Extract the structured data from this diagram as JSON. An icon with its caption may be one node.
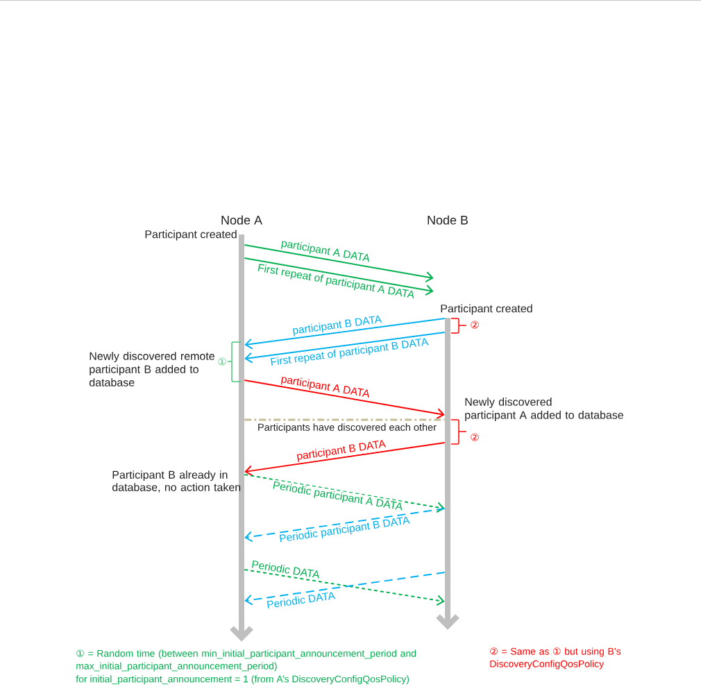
{
  "diagram": {
    "nodes": [
      {
        "text": [
          "Node A"
        ],
        "beside": [
          "Participant created",
          "Newly discovered remote participant B added to database",
          "Participant B already in database, no action taken"
        ]
      },
      {
        "text": [
          "Node B"
        ],
        "beside": [
          "Participant created",
          "Newly discovered participant A added to database"
        ]
      }
    ],
    "edges": [
      {
        "from": 0,
        "to": 1,
        "arrow": "to",
        "label": "participant A DATA",
        "color": "#00b050"
      },
      {
        "from": 0,
        "to": 1,
        "arrow": "to",
        "label": "First repeat of participant A DATA",
        "color": "#00b050"
      },
      {
        "from": 1,
        "to": 0,
        "arrow": "to",
        "label": "participant B DATA",
        "color": "#00b0f0"
      },
      {
        "from": 1,
        "to": 0,
        "arrow": "to",
        "label": "First repeat of participant B DATA",
        "color": "#00b0f0"
      },
      {
        "from": 0,
        "to": 1,
        "arrow": "to",
        "label": "participant A DATA",
        "color": "#ff0000"
      },
      {
        "from": 0,
        "to": 1,
        "arrow": "none",
        "label": "Participants have discovered each other",
        "style": "dashed",
        "color": "#c4bd97"
      },
      {
        "from": 1,
        "to": 0,
        "arrow": "to",
        "label": "participant B DATA",
        "color": "#ff0000"
      },
      {
        "from": 0,
        "to": 1,
        "arrow": "to",
        "label": "Periodic participant A DATA",
        "style": "dashed",
        "color": "#00b050"
      },
      {
        "from": 1,
        "to": 0,
        "arrow": "to",
        "label": "Periodic participant B DATA",
        "style": "dashed",
        "color": "#00b0f0"
      },
      {
        "from": 0,
        "to": 1,
        "arrow": "to",
        "label": "Periodic DATA",
        "style": "dashed",
        "color": "#00b050"
      },
      {
        "from": 1,
        "to": 0,
        "arrow": "to",
        "label": "Periodic DATA",
        "style": "dashed",
        "color": "#00b0f0"
      }
    ],
    "labels": [
      "②",
      "①",
      "②",
      "① = Random time (between min_initial_participant_announcement_period and max_initial_participant_announcement_period)",
      "for initial_participant_announcement = 1 (from A’s DiscoveryConfigQosPolicy)",
      "② = Same as ① but using B’s DiscoveryConfigQosPolicy"
    ]
  }
}
